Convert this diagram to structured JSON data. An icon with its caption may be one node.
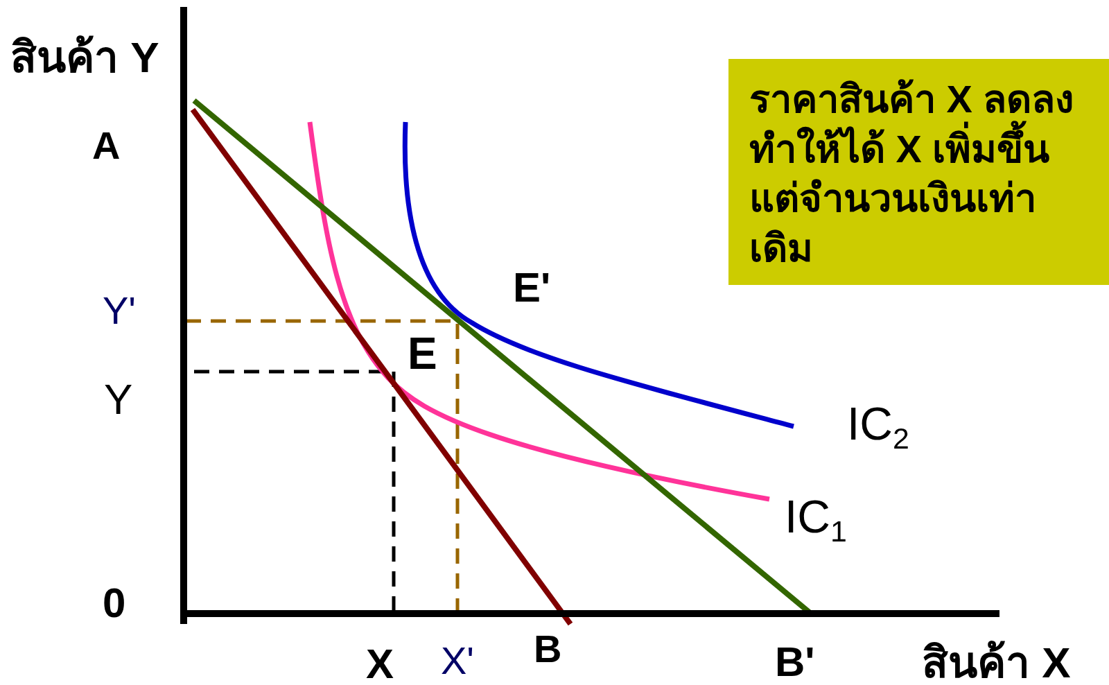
{
  "diagram": {
    "nodes": [
      {
        "text": [
          "ราคาสินค้า X ลดลง ทำให้ได้ X เพิ่มขึ้นแต่จำนวนเงินเท่าเดิม"
        ]
      }
    ],
    "labels": [
      "สินค้า Y",
      "A",
      "Y'",
      "Y",
      "0",
      "X",
      "X'",
      "B",
      "B'",
      "สินค้า X",
      "E'",
      "E",
      "IC$_{2}$",
      "IC$_{1}$"
    ]
  }
}
